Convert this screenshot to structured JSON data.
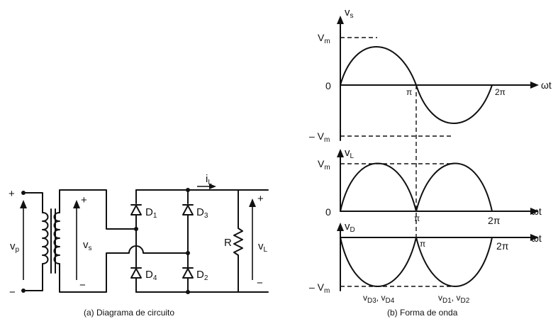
{
  "circuit": {
    "caption": "(a) Diagrama de circuito",
    "primary_voltage": {
      "main": "v",
      "sub": "p"
    },
    "secondary_voltage": {
      "main": "v",
      "sub": "s"
    },
    "load_voltage": {
      "main": "v",
      "sub": "L"
    },
    "load_current": {
      "main": "i",
      "sub": "L"
    },
    "resistor": "R",
    "plus_sign": "+",
    "minus_sign": "−",
    "diodes": [
      {
        "main": "D",
        "sub": "1"
      },
      {
        "main": "D",
        "sub": "3"
      },
      {
        "main": "D",
        "sub": "4"
      },
      {
        "main": "D",
        "sub": "2"
      }
    ]
  },
  "waveforms": {
    "caption": "(b) Forma de onda",
    "x_axis": "ωt",
    "pi": "π",
    "two_pi": "2π",
    "zero": "0",
    "vm_pos": {
      "main": "V",
      "sub": "m"
    },
    "vm_neg": {
      "main": "– V",
      "sub": "m"
    },
    "panels": [
      {
        "ylabel": {
          "main": "v",
          "sub": "s"
        }
      },
      {
        "ylabel": {
          "main": "v",
          "sub": "L"
        }
      },
      {
        "ylabel": {
          "main": "v",
          "sub": "D"
        }
      }
    ],
    "diode_labels": [
      {
        "a": "D3",
        "b": "D4"
      },
      {
        "a": "D1",
        "b": "D2"
      }
    ]
  }
}
